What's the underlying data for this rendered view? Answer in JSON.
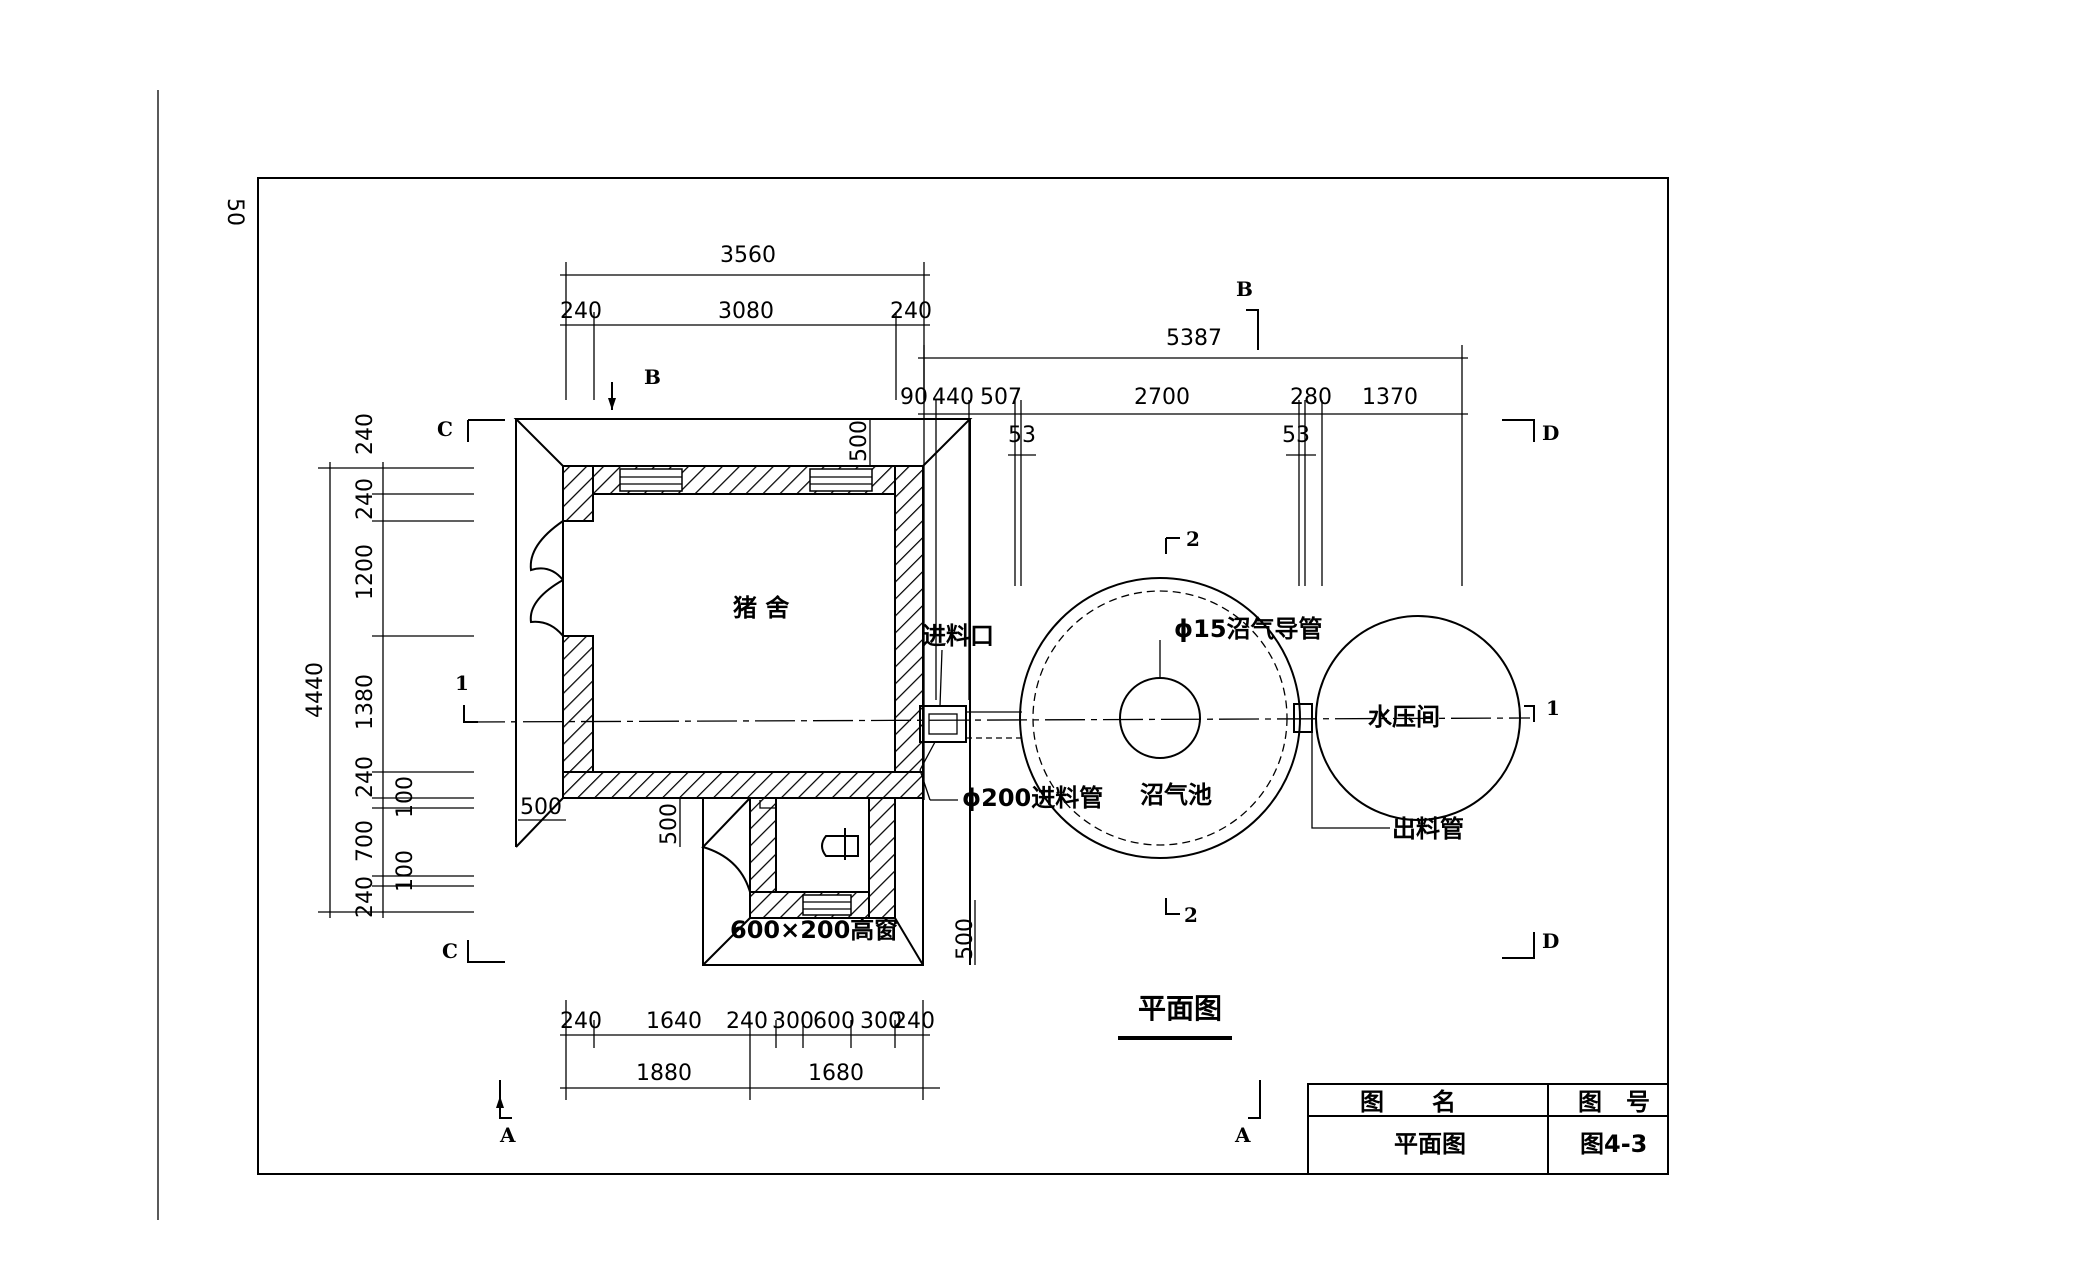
{
  "page_number": "50",
  "title": "平面图",
  "rooms": {
    "pig_house": "猪 舍",
    "feed_inlet": "进料口",
    "feed_pipe": "ϕ200进料管",
    "gas_pipe": "ϕ15沼气导管",
    "digester": "沼气池",
    "pressure_room": "水压间",
    "outlet_pipe": "出料管",
    "high_window": "600×200高窗"
  },
  "section_marks": {
    "a": "A",
    "b": "B",
    "c": "C",
    "d": "D",
    "one": "1",
    "two": "2"
  },
  "dims": {
    "top_total": "3560",
    "top_240_left": "240",
    "top_3080": "3080",
    "top_240_right": "240",
    "top_5387": "5387",
    "top_90": "90",
    "top_440": "440",
    "top_507": "507",
    "top_2700": "2700",
    "top_280": "280",
    "top_1370": "1370",
    "top_53_left": "53",
    "top_53_right": "53",
    "inner_500_top": "500",
    "left_total": "4440",
    "left_240_a": "240",
    "left_240_b": "240",
    "left_1200": "1200",
    "left_1380": "1380",
    "left_240_c": "240",
    "left_100_a": "100",
    "left_700": "700",
    "left_100_b": "100",
    "left_240_d": "240",
    "mid_500_left": "500",
    "mid_500_center": "500",
    "mid_500_right": "500",
    "bot_240_a": "240",
    "bot_1640": "1640",
    "bot_240_b": "240",
    "bot_300_a": "300",
    "bot_600": "600",
    "bot_300_b": "300",
    "bot_240_c": "240",
    "bot_1880": "1880",
    "bot_1680": "1680"
  },
  "title_block": {
    "name_header": "图　　名",
    "number_header": "图　号",
    "name_value": "平面图",
    "number_value": "图4-3"
  }
}
